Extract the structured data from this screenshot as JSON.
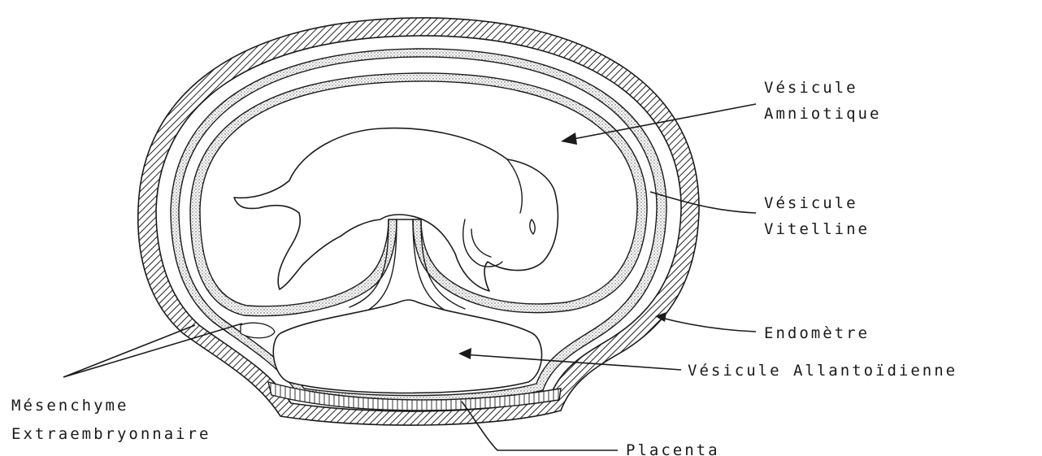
{
  "labels": {
    "amniotique_1": "Vésicule",
    "amniotique_2": "Amniotique",
    "vitelline_1": "Vésicule",
    "vitelline_2": "Vitelline",
    "endometre": "Endomètre",
    "allantoidienne": "Vésicule Allantoïdienne",
    "mesenchyme_1": "Mésenchyme",
    "mesenchyme_2": "Extraembryonnaire",
    "placenta": "Placenta"
  }
}
